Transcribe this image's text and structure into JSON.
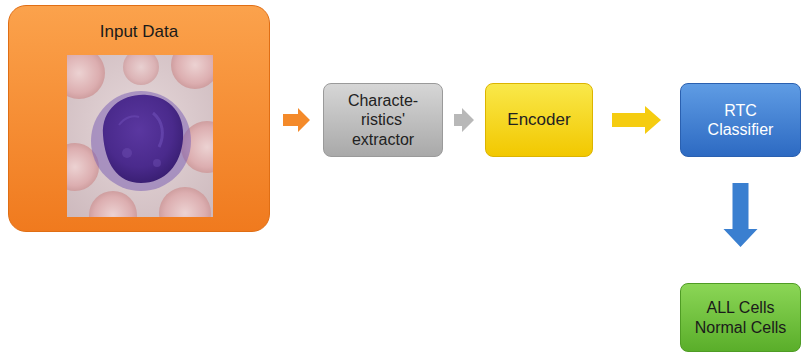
{
  "diagram": {
    "nodes": [
      {
        "text": [
          "Input Data"
        ]
      },
      {
        "text": [
          "Characte- ristics' extractor"
        ]
      },
      {
        "text": [
          "Encoder"
        ]
      },
      {
        "text": [
          "RTC Classifier"
        ]
      },
      {
        "text": [
          "ALL Cells Normal Cells"
        ]
      }
    ],
    "edges": [
      {
        "from": 0,
        "to": 1,
        "arrow": "to"
      },
      {
        "from": 1,
        "to": 2,
        "arrow": "to"
      },
      {
        "from": 2,
        "to": 3,
        "arrow": "to"
      },
      {
        "from": 3,
        "to": 4,
        "arrow": "to"
      }
    ]
  }
}
